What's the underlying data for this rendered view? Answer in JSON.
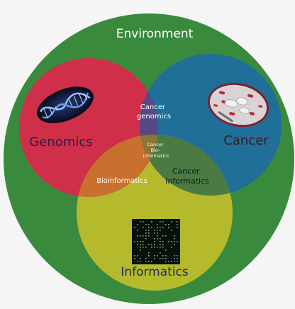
{
  "diagram": {
    "outer_label": "Environment",
    "sets": {
      "genomics": {
        "label": "Genomics",
        "color": "#cf2f49"
      },
      "cancer": {
        "label": "Cancer",
        "color": "#1f6f98"
      },
      "informatics": {
        "label": "Informatics",
        "color": "#b5ba2c"
      }
    },
    "overlaps": {
      "cancer_genomics": [
        "Cancer",
        "genomics"
      ],
      "bioinformatics": "Bioinformatics",
      "cancer_informatics": [
        "Cancer",
        "Informatics"
      ],
      "center": [
        "Cancer",
        "Bio-",
        "informatics"
      ]
    },
    "icons": {
      "genomics": "dna-helix-icon",
      "cancer": "pills-icon",
      "informatics": "microarray-chip-icon"
    },
    "colors": {
      "environment": "#3a8a3e",
      "genomics": "#cf2f49",
      "cancer": "#1f6f98",
      "informatics": "#b5ba2c",
      "genomics_cancer": "#574a84",
      "genomics_informatics": "#c8702d",
      "cancer_informatics": "#4c7a43",
      "center": "#8a7636"
    }
  }
}
